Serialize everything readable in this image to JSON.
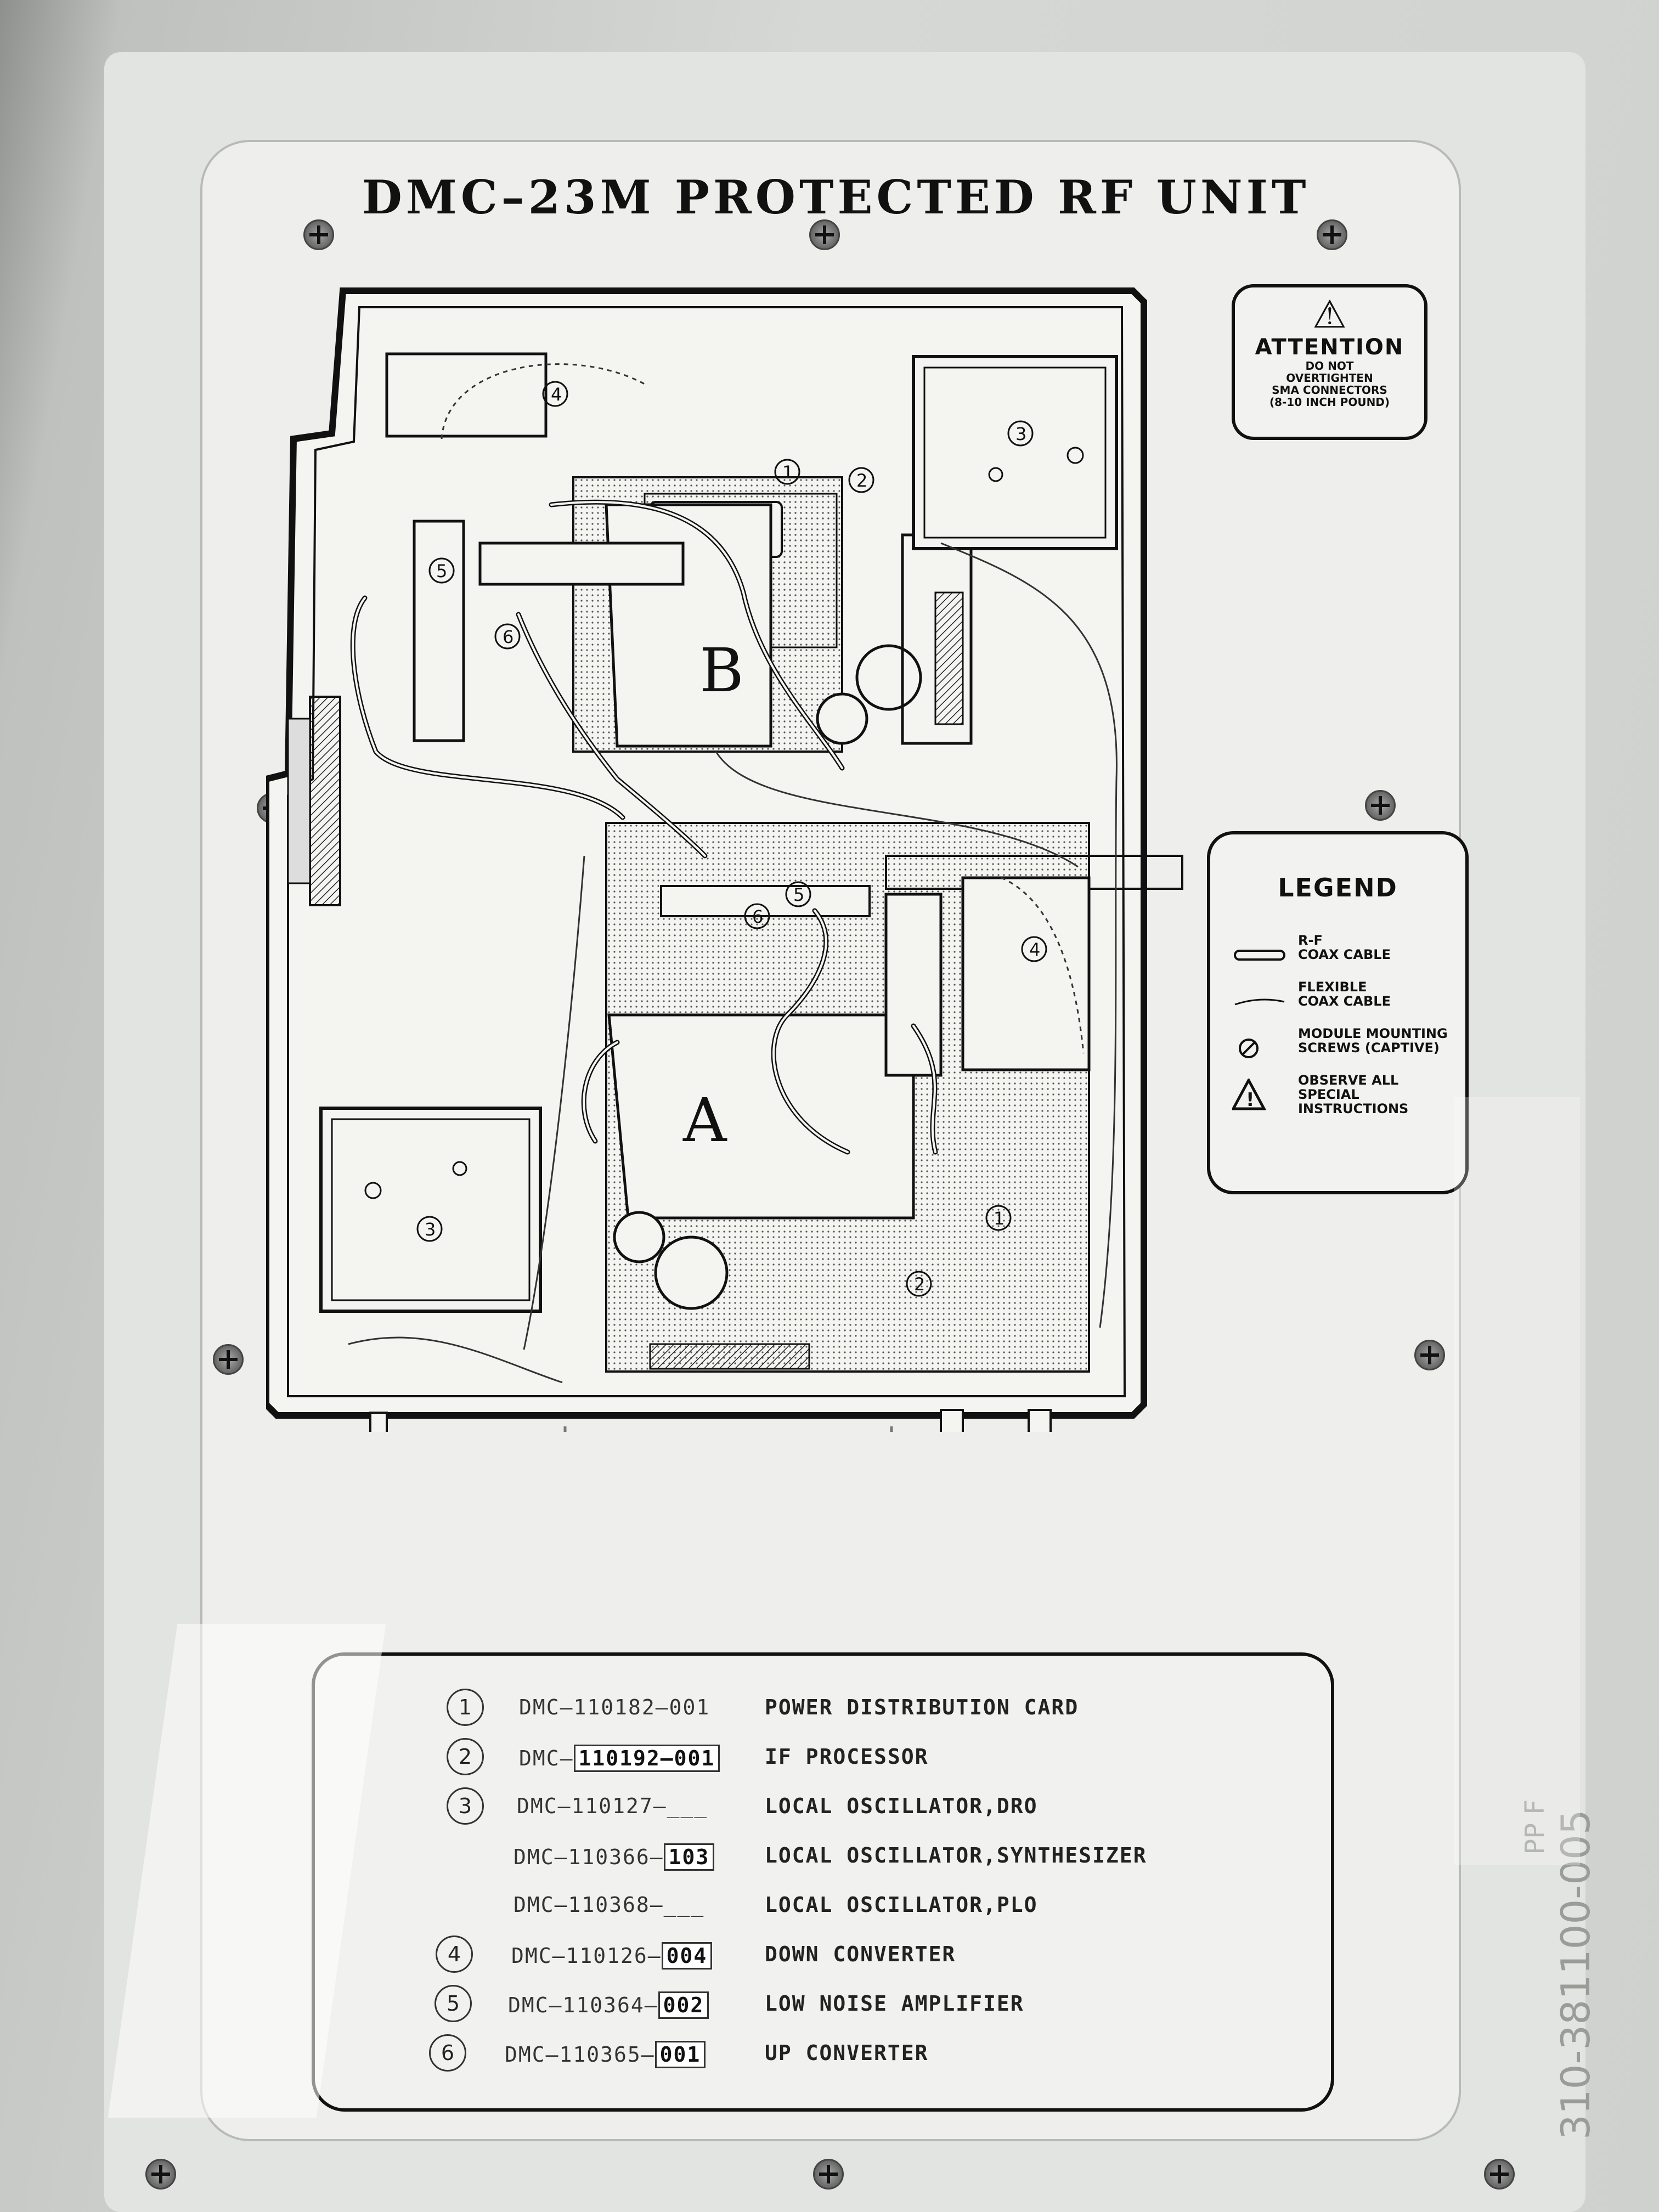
{
  "title": "DMC–23M PROTECTED RF UNIT",
  "attention": {
    "heading": "ATTENTION",
    "text": "DO NOT\nOVERTIGHTEN\nSMA CONNECTORS\n(8-10 INCH POUND)"
  },
  "diagram": {
    "section_a": "A",
    "section_b": "B",
    "module_numbers": [
      "1",
      "2",
      "3",
      "4",
      "5",
      "6"
    ]
  },
  "legend": {
    "heading": "LEGEND",
    "items": [
      {
        "symbol": "rf-coax-cable-icon",
        "label": "R-F\nCOAX CABLE"
      },
      {
        "symbol": "flexible-coax-cable-icon",
        "label": "FLEXIBLE\nCOAX CABLE"
      },
      {
        "symbol": "screw-icon",
        "label": "MODULE MOUNTING\nSCREWS (CAPTIVE)"
      },
      {
        "symbol": "warning-icon",
        "label": "OBSERVE ALL\nSPECIAL\nINSTRUCTIONS"
      }
    ]
  },
  "parts": [
    {
      "num": "1",
      "part": "DMC–110182–001",
      "suffix": "",
      "desc": "POWER DISTRIBUTION CARD"
    },
    {
      "num": "2",
      "part": "DMC–",
      "suffix": "110192–001",
      "desc": "IF PROCESSOR"
    },
    {
      "num": "3",
      "part": "DMC–110127–___",
      "suffix": "",
      "desc": "LOCAL OSCILLATOR,DRO"
    },
    {
      "num": "",
      "part": "DMC–110366–",
      "suffix": "103",
      "desc": "LOCAL OSCILLATOR,SYNTHESIZER"
    },
    {
      "num": "",
      "part": "DMC–110368–___",
      "suffix": "",
      "desc": "LOCAL OSCILLATOR,PLO"
    },
    {
      "num": "4",
      "part": "DMC–110126–",
      "suffix": "004",
      "desc": "DOWN CONVERTER"
    },
    {
      "num": "5",
      "part": "DMC–110364–",
      "suffix": "002",
      "desc": "LOW NOISE AMPLIFIER"
    },
    {
      "num": "6",
      "part": "DMC–110365–",
      "suffix": "001",
      "desc": "UP CONVERTER"
    }
  ],
  "side_marking": "310-381100-005",
  "side_mark_small": "PP\nF"
}
